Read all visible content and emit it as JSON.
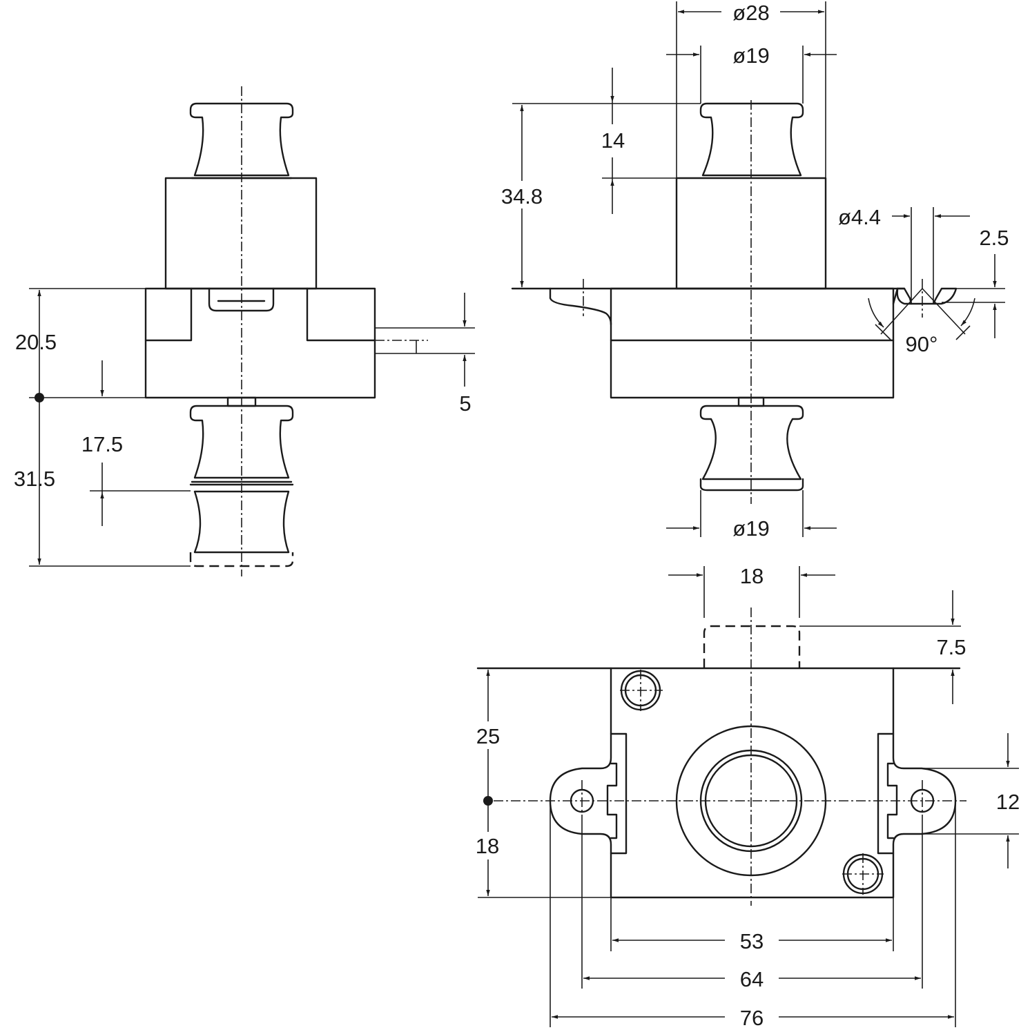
{
  "dimensions": {
    "side_height_upper": "20.5",
    "side_height_lower": "31.5",
    "side_knob_offset": "17.5",
    "side_slot": "5",
    "front_height": "34.8",
    "front_knob_height": "14",
    "front_body_dia": "ø28",
    "front_knob_dia_top": "ø19",
    "front_knob_dia_bottom": "ø19",
    "front_hole_dia": "ø4.4",
    "front_hole_depth": "2.5",
    "front_countersink_angle": "90°",
    "bottom_knob_width": "18",
    "bottom_knob_protrusion": "7.5",
    "bottom_upper_height": "25",
    "bottom_lower_height": "18",
    "bottom_ear_height": "12",
    "bottom_body_width": "53",
    "bottom_hole_spacing": "64",
    "bottom_overall_width": "76"
  },
  "colors": {
    "line": "#1a1a1a",
    "background": "#ffffff"
  }
}
